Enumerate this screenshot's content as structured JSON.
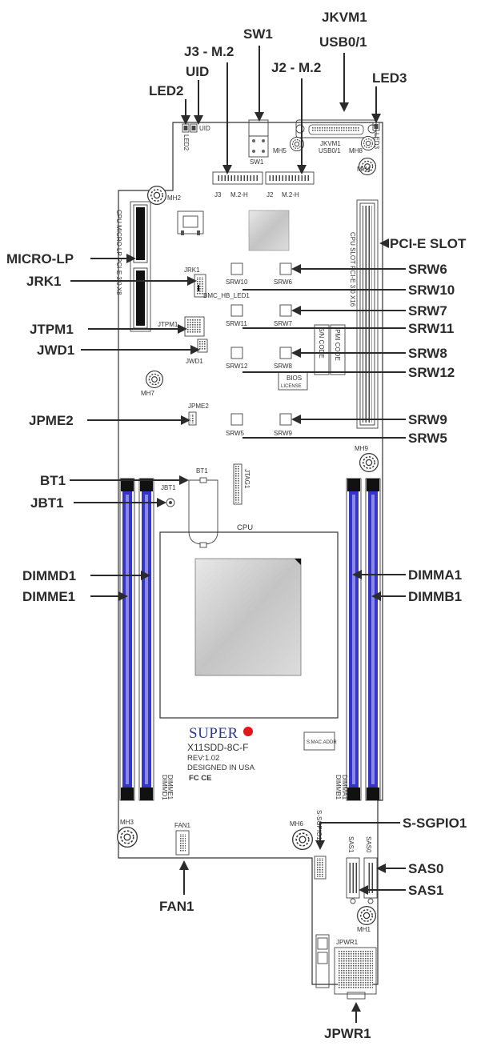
{
  "callouts": {
    "sw1": "SW1",
    "jkvm1": "JKVM1",
    "usb01": "USB0/1",
    "j3": "J3 - M.2",
    "j2": "J2 - M.2",
    "uid": "UID",
    "led2": "LED2",
    "led3": "LED3",
    "pcie_slot": "PCI-E SLOT",
    "micro_lp": "MICRO-LP",
    "jrk1": "JRK1",
    "jtpm1": "JTPM1",
    "jwd1": "JWD1",
    "jpme2": "JPME2",
    "bt1": "BT1",
    "jbt1": "JBT1",
    "dimmd1": "DIMMD1",
    "dimme1": "DIMME1",
    "dimma1": "DIMMA1",
    "dimmb1": "DIMMB1",
    "srw6": "SRW6",
    "srw10": "SRW10",
    "srw7": "SRW7",
    "srw11": "SRW11",
    "srw8": "SRW8",
    "srw12": "SRW12",
    "srw9": "SRW9",
    "srw5": "SRW5",
    "s_sgpio1": "S-SGPIO1",
    "sas0": "SAS0",
    "sas1": "SAS1",
    "fan1": "FAN1",
    "jpwr1": "JPWR1"
  },
  "silkscreen": {
    "uid": "UID",
    "led2": "LED2",
    "led3": "LED3",
    "jkvm1": "JKVM1",
    "usb01": "USB0/1",
    "mh5": "MH5",
    "mh8": "MH8",
    "mh4": "MH4",
    "sw1": "SW1",
    "j3": "J3",
    "j3_m2": "M.2-H",
    "j2": "J2",
    "j2_m2": "M.2-H",
    "mh2": "MH2",
    "cpu_micro_lp": "CPU MICRO LP PCI-E 3.0 X8",
    "cpu_slot_pcie": "CPU SLOT PCI-E 3.0 X16",
    "jrk1": "JRK1",
    "bmc_hb_led1": "BMC_HB_LED1",
    "srw10": "SRW10",
    "srw6": "SRW6",
    "srw11": "SRW11",
    "srw7": "SRW7",
    "srw12": "SRW12",
    "srw8": "SRW8",
    "srw5": "SRW5",
    "srw9": "SRW9",
    "jtpm1": "JTPM1",
    "jwd1": "JWD1",
    "mh7": "MH7",
    "jpme2": "JPME2",
    "sn_code": "S/N CODE",
    "ipmi_code": "IPMI CODE",
    "bios": "BIOS",
    "bios_sub": "LICENSE",
    "mh9": "MH9",
    "bt1": "BT1",
    "jbt1": "JBT1",
    "jtag1": "JTAG1",
    "cpu": "CPU",
    "brand": "SUPER",
    "model": "X11SDD-8C-F",
    "rev": "REV:1.02",
    "designed": "DESIGNED IN USA",
    "fc_ce": "FC  CE",
    "dimmd1": "DIMMD1",
    "dimme1": "DIMME1",
    "dimmb1": "DIMMB1",
    "dimma1": "DIMMA1",
    "mac_label": "S.MAC.ADDR",
    "mh3": "MH3",
    "fan1": "FAN1",
    "mh6": "MH6",
    "s_sgpio1": "S-SGPIO1",
    "sas1": "SAS1",
    "sas0": "SAS0",
    "mh1": "MH1",
    "jpwr1": "JPWR1"
  },
  "colors": {
    "dimm_blue": "#3535c6",
    "dimm_blue_light": "#8a8ae6",
    "brand_blue": "#2d3a8c",
    "logo_red": "#e0171b",
    "pcb_line": "#333333",
    "heatsink_gray": "#cfcfcf"
  },
  "icons": {
    "mounting_hole": "gear-circle-icon",
    "logo_dot": "red-circle-icon"
  }
}
